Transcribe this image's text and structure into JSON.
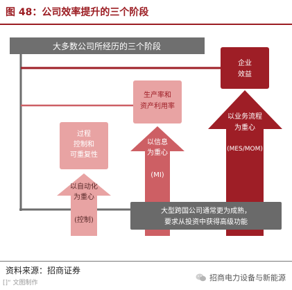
{
  "title": "图 48：公司效率提升的三个阶段",
  "banner": "大多数公司所经历的三个阶段",
  "stages": [
    {
      "box_lines": [
        "过程",
        "控制和",
        "可重复性"
      ],
      "arrow_lines": [
        "以自动化",
        "为重心"
      ],
      "arrow_tag": "(控制)",
      "color": "#e8a3a3"
    },
    {
      "box_lines": [
        "生产率和",
        "资产利用率"
      ],
      "arrow_lines": [
        "以信息",
        "为重心"
      ],
      "arrow_tag": "(MI)",
      "color": "#cd5f64"
    },
    {
      "box_lines": [
        "企业",
        "效益"
      ],
      "arrow_lines": [
        "以业务流程",
        "为重心"
      ],
      "arrow_tag": "(MES/MOM)",
      "color": "#9e1e26"
    }
  ],
  "note_lines": [
    "大型跨国公司通常更为成熟，",
    "要求从投资中获得高级功能"
  ],
  "source": "资料来源：招商证券",
  "watermark_left": "[]“ 文图制作",
  "wechat_name": "招商电力设备与新能源",
  "colors": {
    "accent": "#9b1c22",
    "banner": "#6f6f6f",
    "note": "#6a6a6a",
    "line": "#6d6d6d"
  }
}
